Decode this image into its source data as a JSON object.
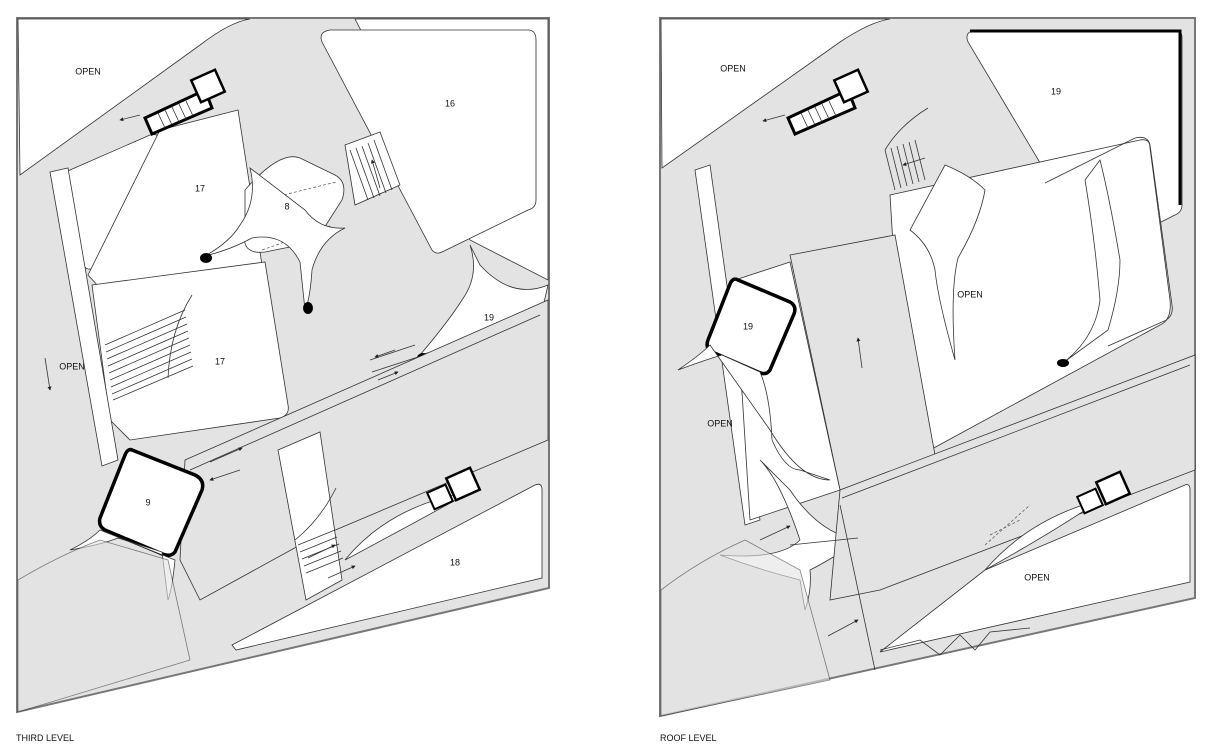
{
  "third_level": {
    "caption": "THIRD LEVEL",
    "labels": {
      "open_top": "OPEN",
      "open_left": "OPEN",
      "room_16": "16",
      "room_17_top": "17",
      "room_17_bottom": "17",
      "room_8": "8",
      "room_19": "19",
      "room_9": "9",
      "room_18": "18"
    }
  },
  "roof_level": {
    "caption": "ROOF LEVEL",
    "labels": {
      "open_top": "OPEN",
      "room_19_top": "19",
      "open_center": "OPEN",
      "room_19_left": "19",
      "open_left": "OPEN",
      "open_bottom": "OPEN"
    }
  }
}
